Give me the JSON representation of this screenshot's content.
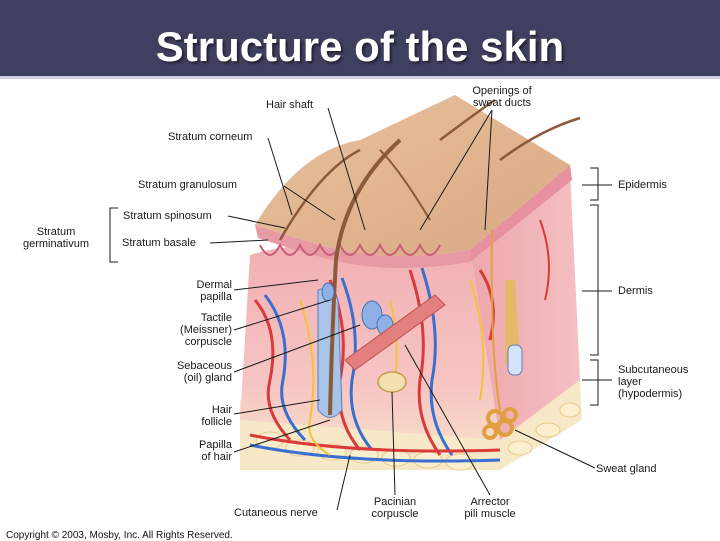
{
  "title": "Structure of the skin",
  "labels": {
    "hair_shaft": "Hair shaft",
    "sweat_openings": "Openings of\nsweat ducts",
    "stratum_corneum": "Stratum corneum",
    "stratum_granulosum": "Stratum granulosum",
    "stratum_spinosum": "Stratum spinosum",
    "stratum_basale": "Stratum basale",
    "stratum_germinativum": "Stratum\ngerminativum",
    "dermal_papilla": "Dermal\npapilla",
    "tactile_corpuscle": "Tactile\n(Meissner)\ncorpuscle",
    "sebaceous_gland": "Sebaceous\n(oil) gland",
    "hair_follicle": "Hair\nfollicle",
    "papilla_of_hair": "Papilla\nof hair",
    "cutaneous_nerve": "Cutaneous nerve",
    "pacinian_corpuscle": "Pacinian\ncorpuscle",
    "arrector_pili": "Arrector\npili muscle",
    "sweat_gland": "Sweat gland",
    "epidermis": "Epidermis",
    "dermis": "Dermis",
    "subcutaneous": "Subcutaneous\nlayer\n(hypodermis)"
  },
  "copyright": "Copyright © 2003, Mosby, Inc. All Rights Reserved.",
  "colors": {
    "title_bar": "#3f3f5f",
    "epidermis_top": "#e2b893",
    "dermis": "#f3b9bb",
    "hypodermis": "#f7e8c7",
    "artery": "#d93a3a",
    "vein": "#3a6fd1",
    "nerve": "#f0c43a",
    "hair": "#8a5a3a"
  }
}
